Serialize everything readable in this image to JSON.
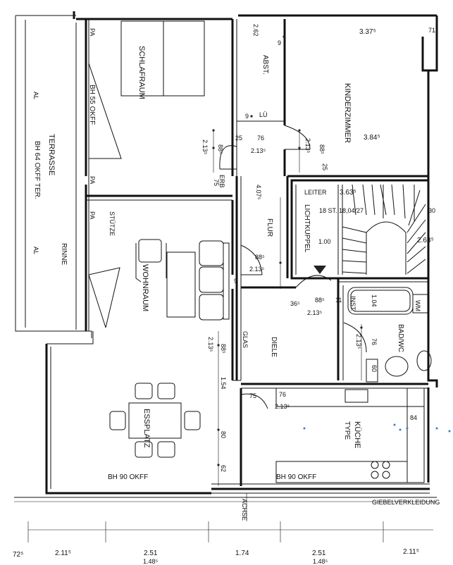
{
  "rooms": {
    "schlafraum": "SCHLAFRAUM",
    "abst": "ABST.",
    "kinderzimmer": "KINDERZIMMER",
    "terrasse": "TERRASSE",
    "terrasse_bh": "BH 64 OKFF TER.",
    "rinne": "RINNE",
    "wohnraum": "WOHNRAUM",
    "flur": "FLUR",
    "lichtkuppel": "LICHTKUPPEL",
    "diele": "DIELE",
    "bad": "BAD/WC",
    "esplatz": "ESSPLATZ",
    "kueche": "KÜCHE",
    "kueche_type": "TYPE"
  },
  "labels": {
    "pa1": "PA",
    "pa2": "PA",
    "pa3": "PA",
    "al1": "AL",
    "al2": "AL",
    "bh55": "BH 55 OKFF",
    "stuetze": "STÜTZE",
    "lue": "LÜ",
    "erb": "ERB",
    "leiter": "LEITER",
    "stairs": "18 ST. 18,04/27",
    "glas": "GLAS",
    "inst": "INST.",
    "wm": "WM",
    "bh90a": "BH 90 OKFF",
    "bh90b": "BH 90 OKFF",
    "giebel": "GIEBELVERKLEIDUNG",
    "achse": "ACHSE"
  },
  "dimensions": {
    "d262": "2.62",
    "d3375": "3.37⁵",
    "d71": "71",
    "d9a": "9",
    "d9b": "9",
    "d25a": "25",
    "d76a": "76",
    "d2135a": "2.13⁵",
    "d885a": "88⁵",
    "d2135b": "2.13⁵",
    "d2135c": "2.13⁵",
    "d885b": "88⁵",
    "d25b": "25",
    "d3845": "3.84⁵",
    "d75a": "75",
    "d4075": "4.07⁵",
    "d3635": "3.63⁵",
    "d30": "30",
    "d100": "1.00",
    "d2635": "2.63⁵",
    "d885c": "88⁵",
    "d2135d": "2.13⁵",
    "d365": "36⁵",
    "d885d": "88⁵",
    "d11": "11",
    "d2135e": "2.13⁵",
    "d104": "1.04",
    "d76b": "76",
    "d2135f": "2.13⁵",
    "d60": "60",
    "d2135g": "2.13⁵",
    "d885e": "88⁵",
    "d154": "1.54",
    "d80": "80",
    "d62": "62",
    "d75b": "75",
    "d76c": "76",
    "d2135h": "2.13⁵",
    "d84": "84",
    "d9c": "9",
    "b725": "72⁵",
    "b2115a": "2.11⁵",
    "b251a": "2.51",
    "b174": "1.74",
    "b251b": "2.51",
    "b2115b": "2.11⁵",
    "b1485a": "1.48⁵",
    "b1485b": "1.48⁵"
  },
  "colors": {
    "line": "#111111",
    "blue_marks": "#3b7bd1"
  }
}
